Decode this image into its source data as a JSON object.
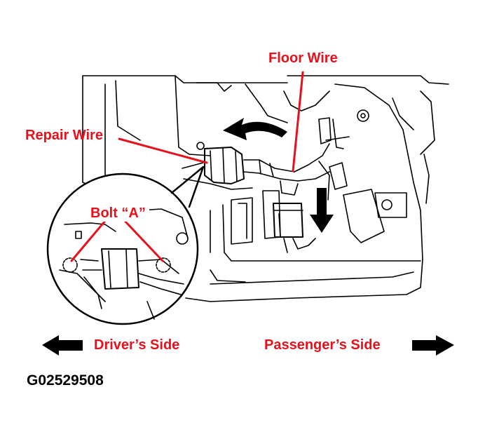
{
  "labels": {
    "floor_wire": "Floor Wire",
    "repair_wire": "Repair Wire",
    "bolt_a": "Bolt “A”",
    "drivers_side": "Driver’s Side",
    "passengers_side": "Passenger’s Side"
  },
  "figure_code": "G02529508",
  "colors": {
    "callout_text": "#e8101a",
    "callout_line": "#e8101a",
    "line_art": "#000000",
    "background": "#ffffff"
  },
  "icons": {
    "left_arrow": "left-arrow-icon",
    "right_arrow": "right-arrow-icon",
    "down_arrow": "down-arrow-icon",
    "curved_arrow": "curved-arrow-icon"
  }
}
